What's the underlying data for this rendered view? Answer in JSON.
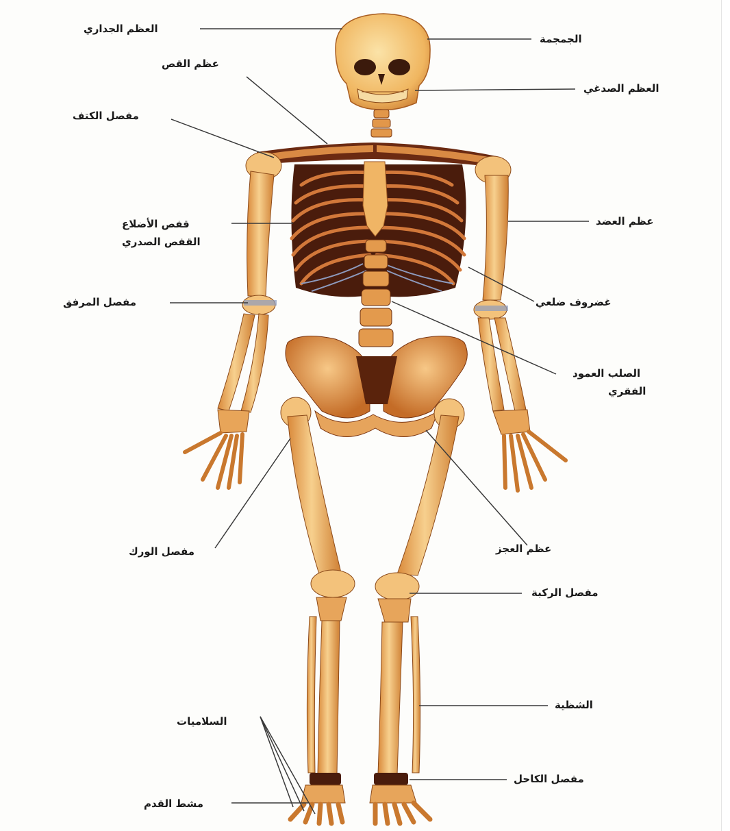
{
  "labels": {
    "parietal_bone": "العظم الجداري",
    "skull": "الجمجمة",
    "clavicle": "عظم القص",
    "temporal_bone": "العظم الصدغي",
    "shoulder_joint": "مفصل الكتف",
    "humerus": "عظم العضد",
    "rib_cage_line1": "قفص الأضلاع",
    "rib_cage_line2": "القفص الصدري",
    "costal_cartilage": "غضروف ضلعي",
    "elbow_joint": "مفصل المرفق",
    "spine_line1": "الصلب العمود",
    "spine_line2": "الفقري",
    "hip_joint": "مفصل الورك",
    "coccyx": "عظم العجز",
    "knee_joint": "مفصل الركبة",
    "kneecap": "الشظية",
    "phalanges": "السلاميات",
    "ankle_joint": "مفصل الكاحل",
    "metatarsals": "مشط القدم"
  },
  "colors": {
    "bone": "#f2c27a",
    "bone_shadow": "#c9782e",
    "rib_dark": "#5a2612",
    "cartilage": "#9aa7c4",
    "leader": "#3a3a3a"
  }
}
